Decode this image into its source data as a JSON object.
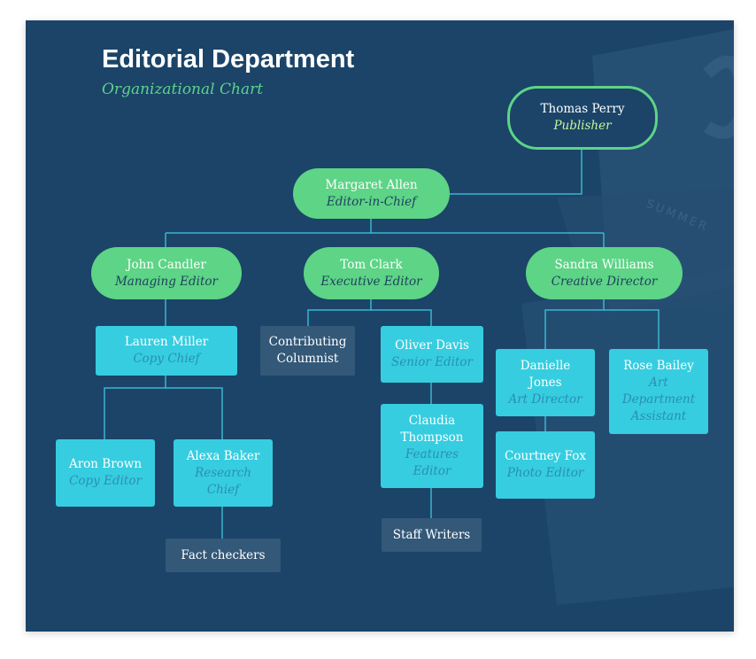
{
  "header": {
    "title": "Editorial Department",
    "subtitle": "Organizational Chart"
  },
  "colors": {
    "background": "#1b4468",
    "green": "#5dd486",
    "cyan": "#36cde0",
    "dark_box": "#335878",
    "connector": "#3ab5d0"
  },
  "nodes": {
    "publisher": {
      "name": "Thomas Perry",
      "role": "Publisher"
    },
    "editor_in_chief": {
      "name": "Margaret Allen",
      "role": "Editor-in-Chief"
    },
    "managing_editor": {
      "name": "John Candler",
      "role": "Managing Editor"
    },
    "executive_editor": {
      "name": "Tom Clark",
      "role": "Executive Editor"
    },
    "creative_director": {
      "name": "Sandra Williams",
      "role": "Creative Director"
    },
    "copy_chief": {
      "name": "Lauren Miller",
      "role": "Copy Chief"
    },
    "contributing_columnist": {
      "name": "Contributing Columnist"
    },
    "senior_editor": {
      "name": "Oliver Davis",
      "role": "Senior Editor"
    },
    "art_director": {
      "name": "Danielle Jones",
      "role": "Art Director"
    },
    "art_dept_assistant": {
      "name": "Rose Bailey",
      "role": "Art Department Assistant"
    },
    "copy_editor": {
      "name": "Aron Brown",
      "role": "Copy Editor"
    },
    "research_chief": {
      "name": "Alexa Baker",
      "role": "Research Chief"
    },
    "features_editor": {
      "name": "Claudia Thompson",
      "role": "Features Editor"
    },
    "photo_editor": {
      "name": "Courtney Fox",
      "role": "Photo Editor"
    },
    "fact_checkers": {
      "name": "Fact checkers"
    },
    "staff_writers": {
      "name": "Staff Writers"
    }
  },
  "decoration": {
    "text": "SUMMER"
  }
}
